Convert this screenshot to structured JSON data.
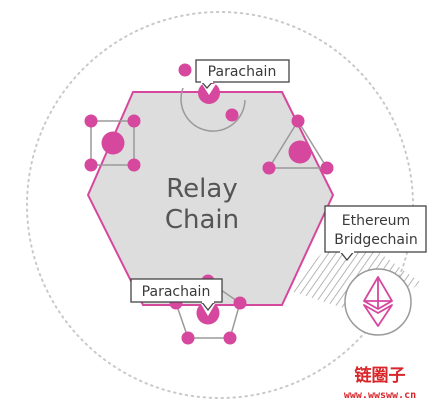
{
  "diagram": {
    "relay_chain": {
      "line1": "Relay",
      "line2": "Chain"
    },
    "parachain_label_top": "Parachain",
    "parachain_label_bottom": "Parachain",
    "bridge_label": {
      "line1": "Ethereum",
      "line2": "Bridgechain"
    },
    "icons": {
      "bridge": "ethereum-diamond-icon"
    }
  },
  "watermark": {
    "title": "链圈子",
    "url": "www.wwsww.cn"
  },
  "colors": {
    "accent": "#d6479e",
    "accent_dark": "#b0307e",
    "hexagon_fill": "#dddddd",
    "outline_gray": "#9a9a9a",
    "watermark_red": "#d8262b"
  }
}
